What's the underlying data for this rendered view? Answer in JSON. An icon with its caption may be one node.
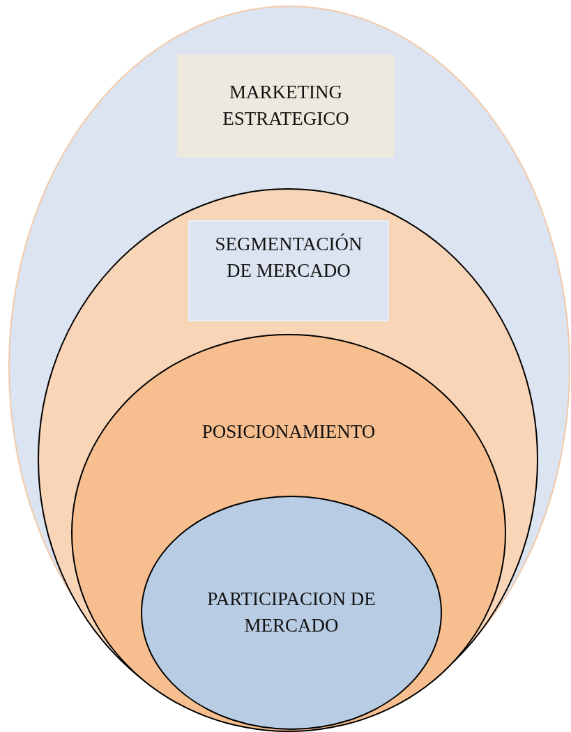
{
  "diagram": {
    "nodes": [
      {
        "text": [],
        "shape": "ellipse"
      },
      {
        "text": [
          "MARKETING ESTRATEGICO"
        ],
        "in": 0
      },
      {
        "text": [],
        "shape": "ellipse",
        "in": 0
      },
      {
        "text": [
          "SEGMENTACIÓN DE MERCADO"
        ],
        "in": 2
      },
      {
        "text": [
          "POSICIONAMIENTO"
        ],
        "in": 2
      },
      {
        "text": [
          "PARTICIPACION DE MERCADO"
        ],
        "in": 4
      }
    ]
  }
}
